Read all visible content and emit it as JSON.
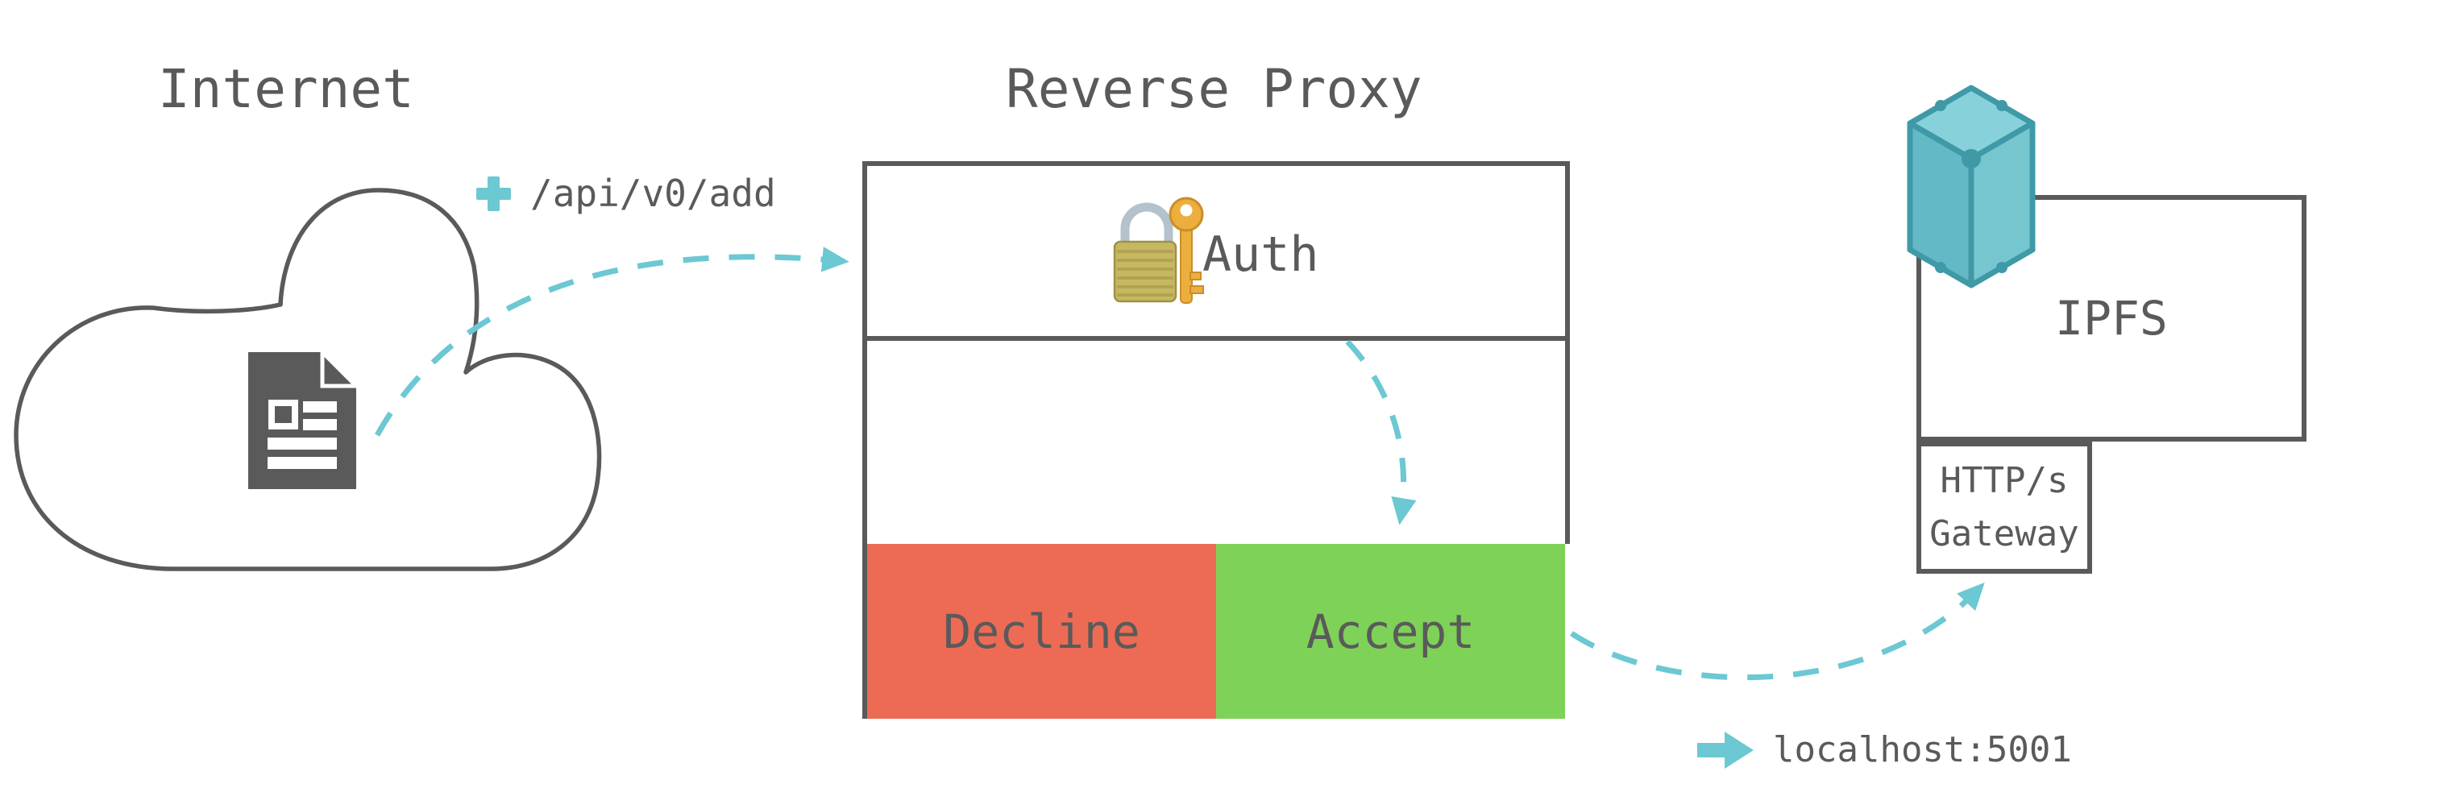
{
  "internet": {
    "title": "Internet"
  },
  "request": {
    "path": "/api/v0/add"
  },
  "reverse_proxy": {
    "title": "Reverse Proxy",
    "auth_label": "Auth",
    "decline_label": "Decline",
    "accept_label": "Accept"
  },
  "ipfs": {
    "title": "IPFS",
    "gateway_line1": "HTTP/s",
    "gateway_line2": "Gateway"
  },
  "endpoint": {
    "text": "localhost:5001"
  },
  "icons": {
    "plus": "plus-icon",
    "lock_key": "lock-and-key-icon",
    "document": "document-icon",
    "cloud": "cloud-shape",
    "cube": "ipfs-cube-icon",
    "right_arrow": "arrow-right-icon"
  },
  "colors": {
    "outline_gray": "#5a5a5a",
    "accent_teal": "#6cc8d2",
    "decline_red": "#ed6b54",
    "accept_green": "#7ed257",
    "cube_teal_dark": "#3f99a7",
    "cube_teal_light": "#87d2da",
    "lock_body_gold": "#c6b761",
    "key_gold": "#ecaf3e"
  }
}
